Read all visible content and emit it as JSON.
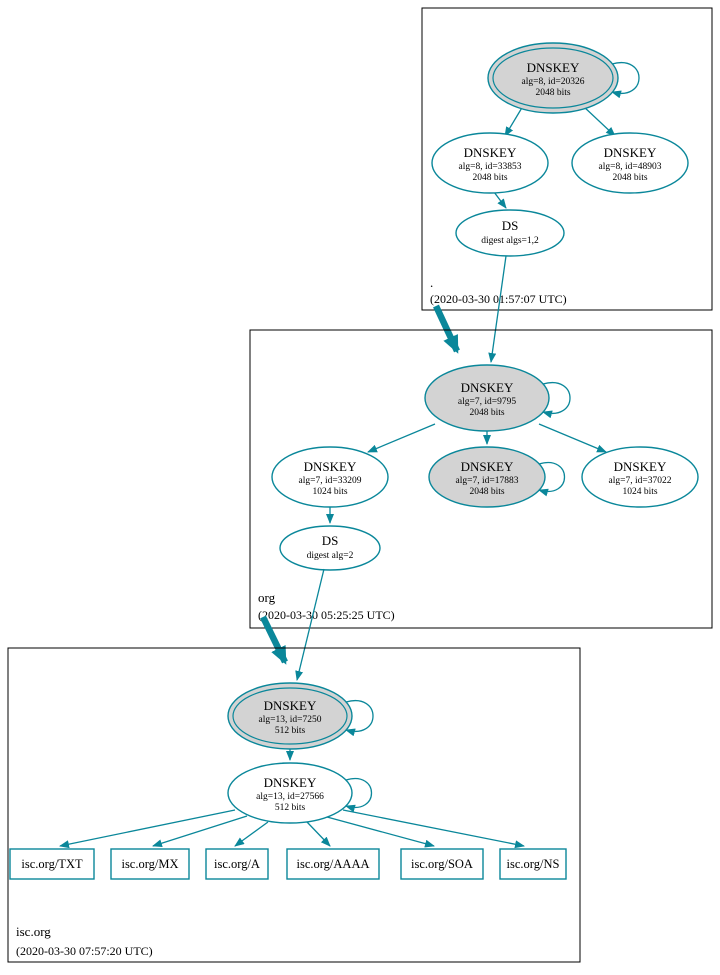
{
  "diagram": {
    "type": "dnssec-authentication-chain",
    "colors": {
      "edge": "#0a879a",
      "sep_key_fill": "#d3d3d3",
      "key_fill": "#ffffff",
      "zone_border": "#000000"
    }
  },
  "zones": [
    {
      "name": ".",
      "timestamp": "(2020-03-30 01:57:07 UTC)",
      "nodes": [
        {
          "label": "DNSKEY",
          "detail1": "alg=8, id=20326",
          "detail2": "2048 bits"
        },
        {
          "label": "DNSKEY",
          "detail1": "alg=8, id=33853",
          "detail2": "2048 bits"
        },
        {
          "label": "DNSKEY",
          "detail1": "alg=8, id=48903",
          "detail2": "2048 bits"
        },
        {
          "label": "DS",
          "detail1": "digest algs=1,2"
        }
      ]
    },
    {
      "name": "org",
      "timestamp": "(2020-03-30 05:25:25 UTC)",
      "nodes": [
        {
          "label": "DNSKEY",
          "detail1": "alg=7, id=9795",
          "detail2": "2048 bits"
        },
        {
          "label": "DNSKEY",
          "detail1": "alg=7, id=33209",
          "detail2": "1024 bits"
        },
        {
          "label": "DNSKEY",
          "detail1": "alg=7, id=17883",
          "detail2": "2048 bits"
        },
        {
          "label": "DNSKEY",
          "detail1": "alg=7, id=37022",
          "detail2": "1024 bits"
        },
        {
          "label": "DS",
          "detail1": "digest alg=2"
        }
      ]
    },
    {
      "name": "isc.org",
      "timestamp": "(2020-03-30 07:57:20 UTC)",
      "nodes": [
        {
          "label": "DNSKEY",
          "detail1": "alg=13, id=7250",
          "detail2": "512 bits"
        },
        {
          "label": "DNSKEY",
          "detail1": "alg=13, id=27566",
          "detail2": "512 bits"
        }
      ],
      "rrsets": [
        {
          "label": "isc.org/TXT"
        },
        {
          "label": "isc.org/MX"
        },
        {
          "label": "isc.org/A"
        },
        {
          "label": "isc.org/AAAA"
        },
        {
          "label": "isc.org/SOA"
        },
        {
          "label": "isc.org/NS"
        }
      ]
    }
  ]
}
